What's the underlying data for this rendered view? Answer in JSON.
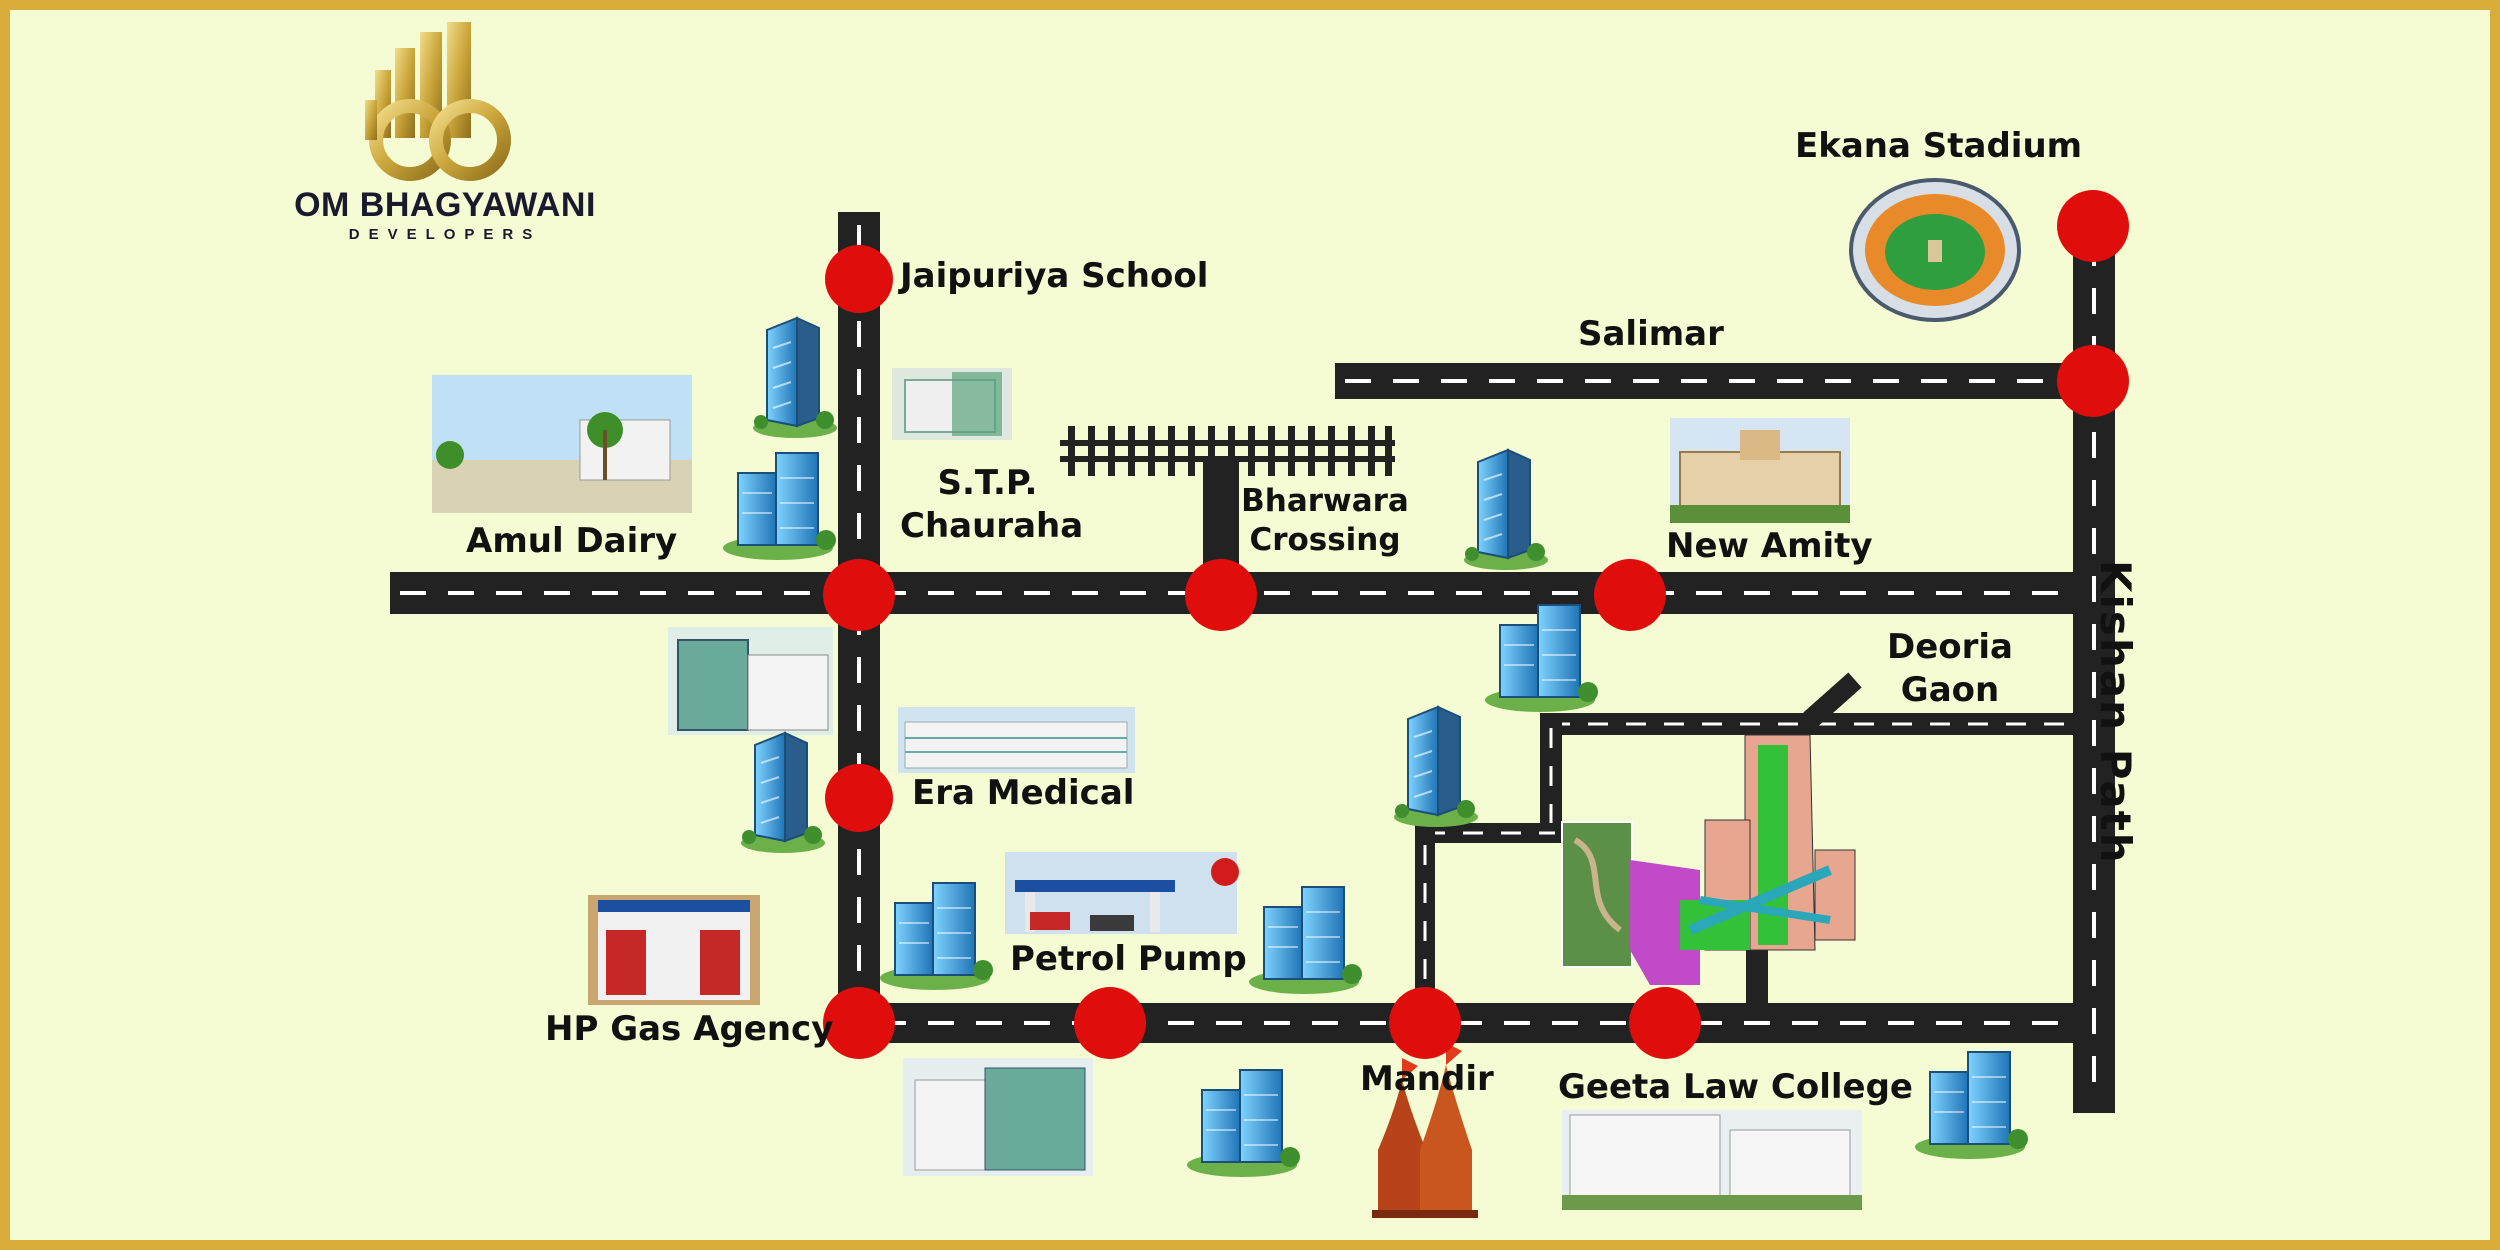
{
  "brand": {
    "name": "OM BHAGYAWANI",
    "tagline": "DEVELOPERS",
    "colors": {
      "gold": "#c9a53a",
      "frame": "#d8ad3c",
      "background": "#f5fbd2",
      "road": "#222222",
      "marker": "#e00d0d"
    }
  },
  "map": {
    "landmarks": {
      "jaipuriya_school": "Jaipuriya School",
      "amul_dairy": "Amul Dairy",
      "stp_line1": "S.T.P.",
      "stp_line2": "Chauraha",
      "bharwara_line1": "Bharwara",
      "bharwara_line2": "Crossing",
      "new_amity": "New Amity",
      "ekana_stadium": "Ekana Stadium",
      "salimar": "Salimar",
      "kishan_path": "Kishan Path",
      "deoria_line1": "Deoria",
      "deoria_line2": "Gaon",
      "era_medical": "Era Medical",
      "petrol_pump": "Petrol Pump",
      "hp_gas_agency": "HP Gas Agency",
      "mandir": "Mandir",
      "geeta_law_college": "Geeta Law College"
    },
    "icons": [
      "building-icon",
      "railway-track-icon",
      "stadium-icon",
      "temple-icon",
      "petrol-pump-icon",
      "site-plan-icon"
    ]
  }
}
